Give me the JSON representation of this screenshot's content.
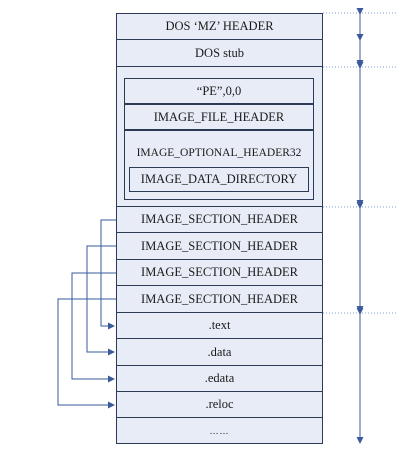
{
  "labels": {
    "dos_mz_header": "DOS ‘MZ’ HEADER",
    "dos_stub": "DOS stub",
    "pe_signature": "“PE”,0,0",
    "image_file_header": "IMAGE_FILE_HEADER",
    "image_optional_header": "IMAGE_OPTIONAL_HEADER32",
    "image_data_directory": "IMAGE_DATA_DIRECTORY",
    "section_headers": [
      "IMAGE_SECTION_HEADER",
      "IMAGE_SECTION_HEADER",
      "IMAGE_SECTION_HEADER",
      "IMAGE_SECTION_HEADER"
    ],
    "sections": [
      ".text",
      ".data",
      ".edata",
      ".reloc"
    ],
    "more": "……"
  },
  "colors": {
    "fill": "#e8ecf6",
    "line": "#2b3a55",
    "arrow": "#3a5a9a",
    "dotted": "#7f9ccf"
  }
}
